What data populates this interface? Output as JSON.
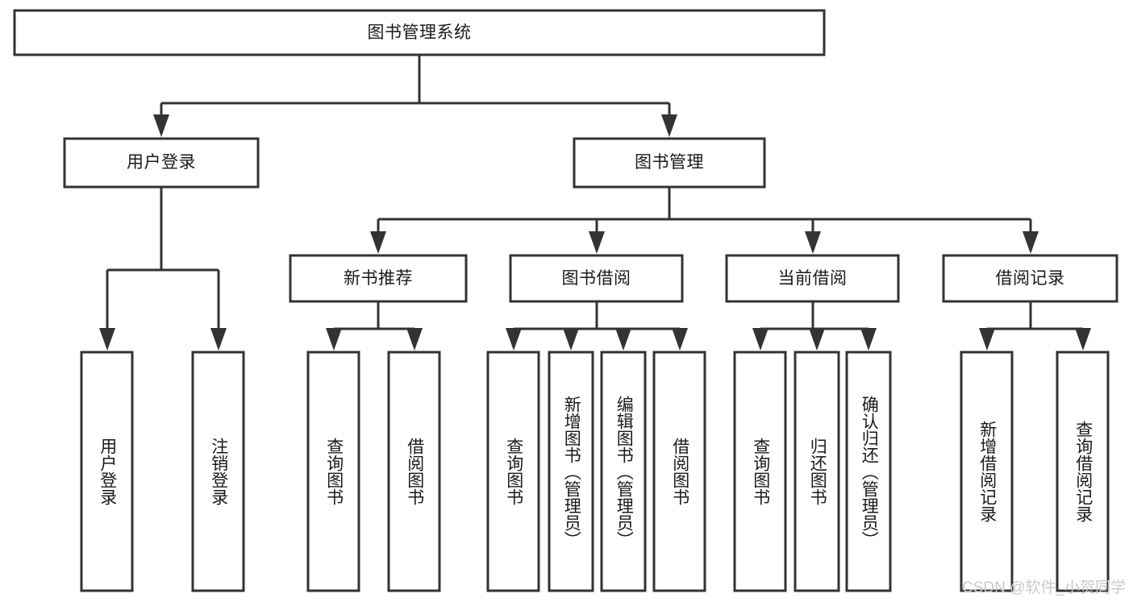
{
  "diagram": {
    "type": "tree-hierarchy-chart",
    "title": "图书管理系统",
    "orientation": "top-down",
    "colors": {
      "stroke": "#333333",
      "node_fill": "#ffffff",
      "text": "#1a1a1a",
      "background": "#ffffff",
      "watermark": "#c9c9c9"
    },
    "levels": [
      {
        "level": 1,
        "nodes": [
          {
            "id": "root",
            "label": "图书管理系统",
            "orientation": "horizontal"
          }
        ]
      },
      {
        "level": 2,
        "nodes": [
          {
            "id": "login",
            "label": "用户登录",
            "orientation": "horizontal",
            "parent": "root"
          },
          {
            "id": "bookmgmt",
            "label": "图书管理",
            "orientation": "horizontal",
            "parent": "root"
          }
        ]
      },
      {
        "level": 3,
        "nodes": [
          {
            "id": "newbook",
            "label": "新书推荐",
            "orientation": "horizontal",
            "parent": "bookmgmt"
          },
          {
            "id": "borrow",
            "label": "图书借阅",
            "orientation": "horizontal",
            "parent": "bookmgmt"
          },
          {
            "id": "current",
            "label": "当前借阅",
            "orientation": "horizontal",
            "parent": "bookmgmt"
          },
          {
            "id": "records",
            "label": "借阅记录",
            "orientation": "horizontal",
            "parent": "bookmgmt"
          }
        ]
      },
      {
        "level": 4,
        "nodes": [
          {
            "id": "leaf-user-login",
            "label": "用户登录",
            "orientation": "vertical",
            "parent": "login"
          },
          {
            "id": "leaf-user-logout",
            "label": "注销登录",
            "orientation": "vertical",
            "parent": "login"
          },
          {
            "id": "leaf-query-book-1",
            "label": "查询图书",
            "orientation": "vertical",
            "parent": "newbook"
          },
          {
            "id": "leaf-borrow-book-1",
            "label": "借阅图书",
            "orientation": "vertical",
            "parent": "newbook"
          },
          {
            "id": "leaf-query-book-2",
            "label": "查询图书",
            "orientation": "vertical",
            "parent": "borrow"
          },
          {
            "id": "leaf-add-book",
            "label": "新增图书（管理员）",
            "orientation": "vertical",
            "parent": "borrow"
          },
          {
            "id": "leaf-edit-book",
            "label": "编辑图书（管理员）",
            "orientation": "vertical",
            "parent": "borrow"
          },
          {
            "id": "leaf-borrow-book-2",
            "label": "借阅图书",
            "orientation": "vertical",
            "parent": "borrow"
          },
          {
            "id": "leaf-query-book-3",
            "label": "查询图书",
            "orientation": "vertical",
            "parent": "current"
          },
          {
            "id": "leaf-return-book",
            "label": "归还图书",
            "orientation": "vertical",
            "parent": "current"
          },
          {
            "id": "leaf-confirm-return",
            "label": "确认归还（管理员）",
            "orientation": "vertical",
            "parent": "current"
          },
          {
            "id": "leaf-add-record",
            "label": "新增借阅记录",
            "orientation": "vertical",
            "parent": "records"
          },
          {
            "id": "leaf-query-record",
            "label": "查询借阅记录",
            "orientation": "vertical",
            "parent": "records"
          }
        ]
      }
    ]
  },
  "watermark": {
    "text": "CSDN @软件_小贺同学"
  }
}
